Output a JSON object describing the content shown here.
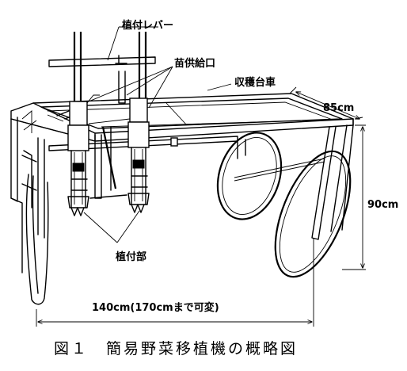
{
  "labels": {
    "planting_lever": "植付レバー",
    "seedling_inlet": "苗供給口",
    "harvest_cart": "収穫台車",
    "planting_unit": "植付部"
  },
  "dimensions": {
    "depth": "85cm",
    "height": "90cm",
    "width": "140cm(170cmまで可変)"
  },
  "caption": "図１　簡易野菜移植機の概略図"
}
